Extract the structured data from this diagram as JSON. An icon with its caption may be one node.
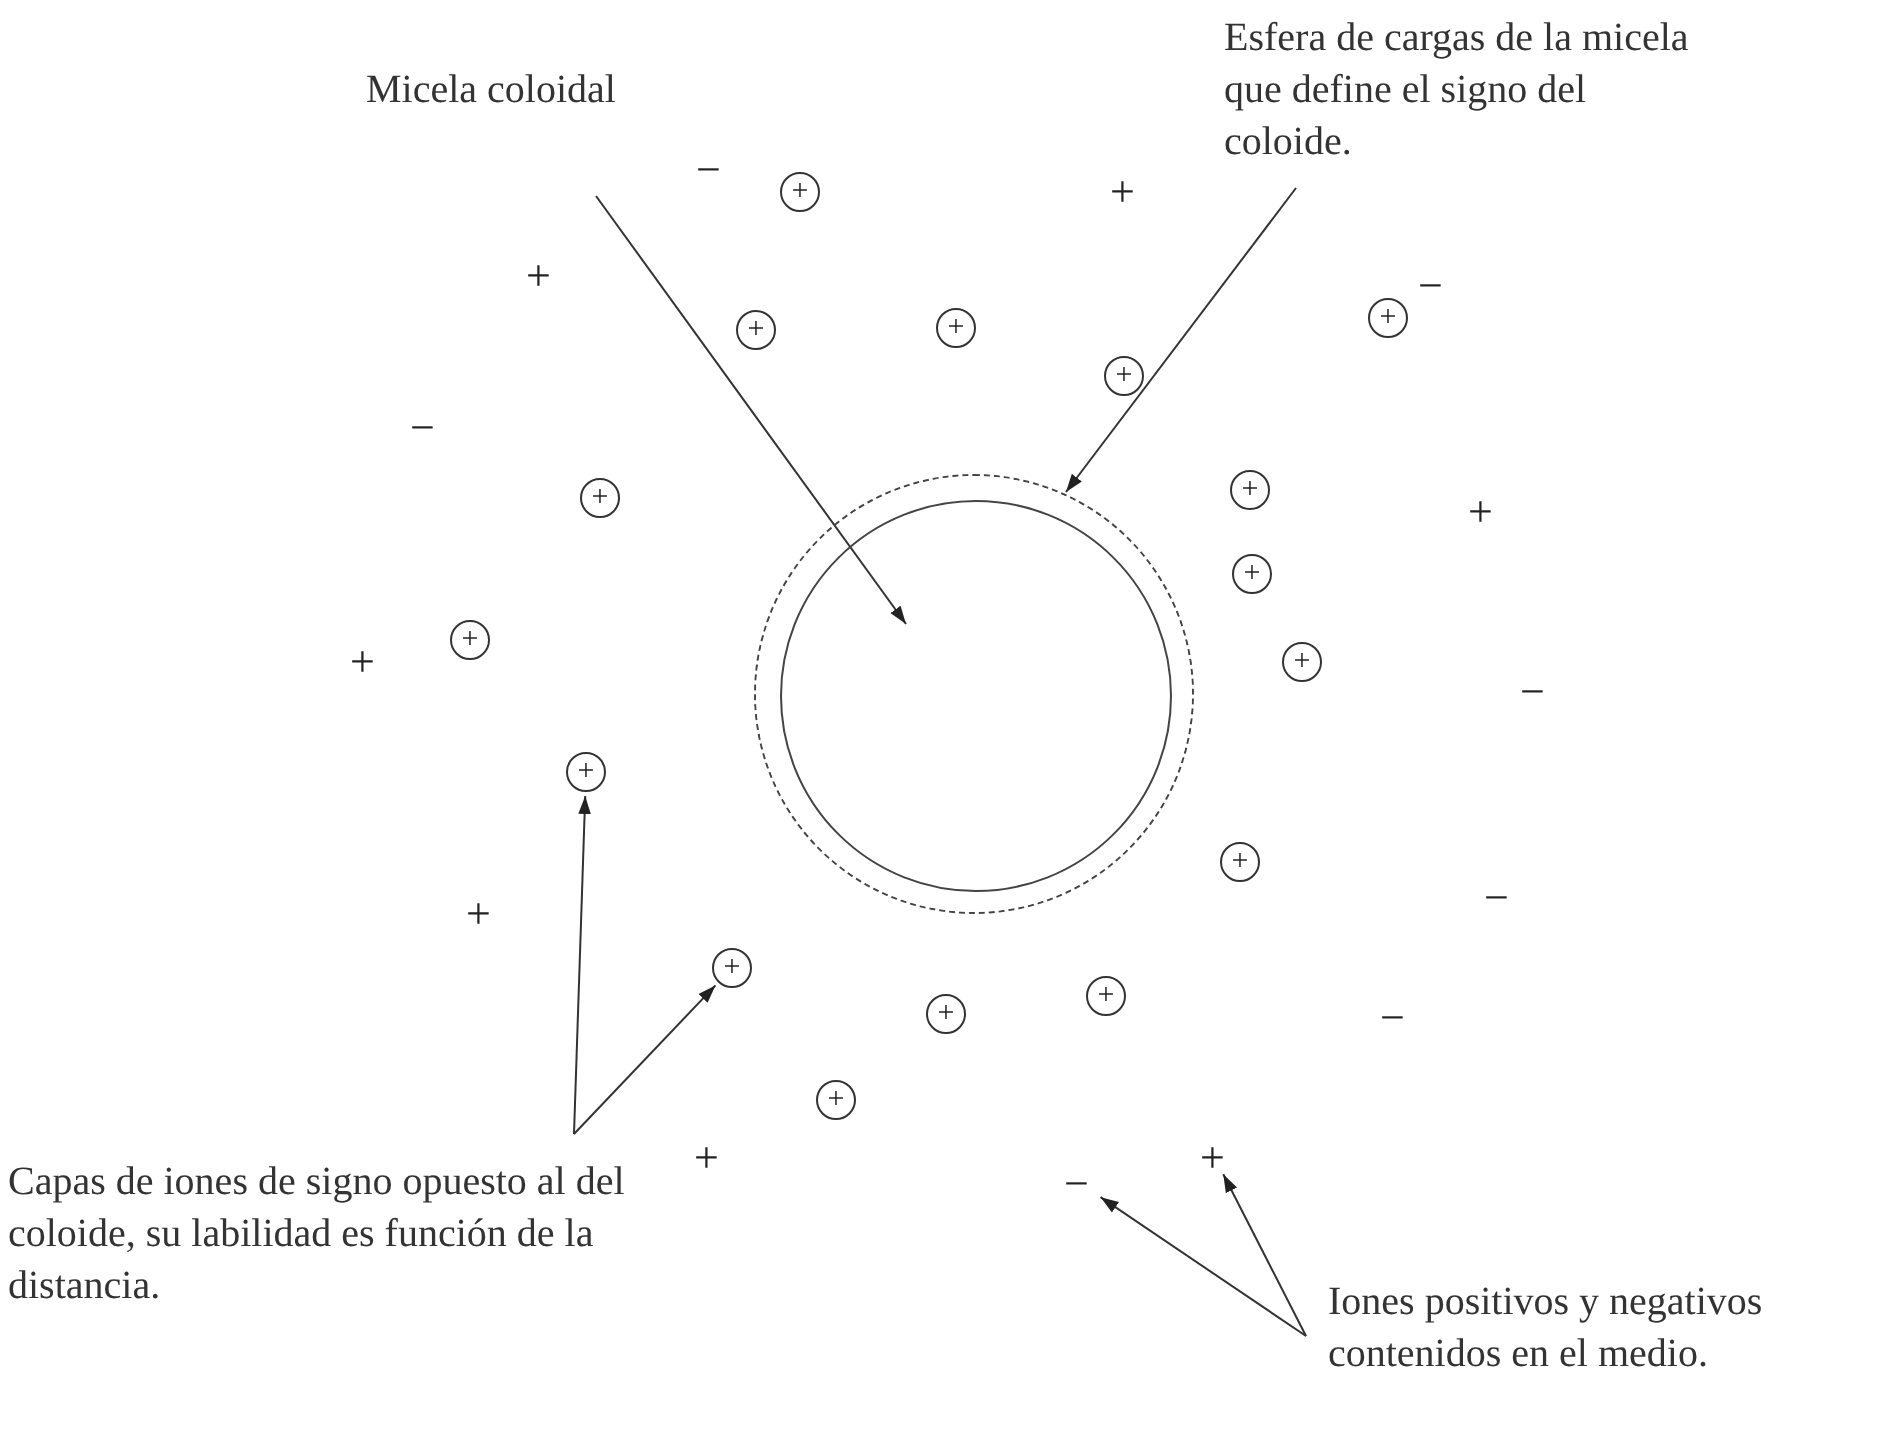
{
  "diagram": {
    "nodes": [
      {
        "text": [
          "Micela coloidal"
        ]
      },
      {
        "text": [
          "Esfera de cargas de la micela que define el signo del coloide."
        ]
      },
      {
        "text": [],
        "shape": "circle"
      },
      {
        "text": [],
        "shape": "circle",
        "in": 2
      },
      {
        "text": [
          "+"
        ]
      },
      {
        "text": [
          "+"
        ]
      },
      {
        "text": [
          "+"
        ]
      },
      {
        "text": [
          "+"
        ]
      },
      {
        "text": [
          "+"
        ]
      },
      {
        "text": [
          "+"
        ]
      },
      {
        "text": [
          "+"
        ]
      },
      {
        "text": [
          "+"
        ]
      },
      {
        "text": [
          "+"
        ]
      },
      {
        "text": [
          "+"
        ]
      },
      {
        "text": [
          "+"
        ]
      },
      {
        "text": [
          "+"
        ]
      },
      {
        "text": [
          "+"
        ]
      },
      {
        "text": [
          "+"
        ]
      },
      {
        "text": [
          "+"
        ]
      },
      {
        "text": [
          "+"
        ]
      },
      {
        "text": [
          "Capas de iones de signo opuesto al del coloide, su labilidad es función de la distancia."
        ]
      },
      {
        "text": [
          "+"
        ]
      },
      {
        "text": [
          "−"
        ]
      },
      {
        "text": [
          "Iones positivos y negativos contenidos en el medio."
        ]
      }
    ],
    "edges": [
      {
        "from": 0,
        "to": 3,
        "arrow": "to"
      },
      {
        "from": 1,
        "to": 2,
        "arrow": "to"
      },
      {
        "from": 20,
        "to": 14,
        "arrow": "to"
      },
      {
        "from": 20,
        "to": 16,
        "arrow": "to"
      },
      {
        "from": 23,
        "to": 22,
        "arrow": "to"
      },
      {
        "from": 23,
        "to": 21,
        "arrow": "to"
      }
    ],
    "labels": [
      "−",
      "+",
      "+",
      "−",
      "−",
      "+",
      "+",
      "−",
      "+",
      "−",
      "−",
      "+"
    ]
  }
}
